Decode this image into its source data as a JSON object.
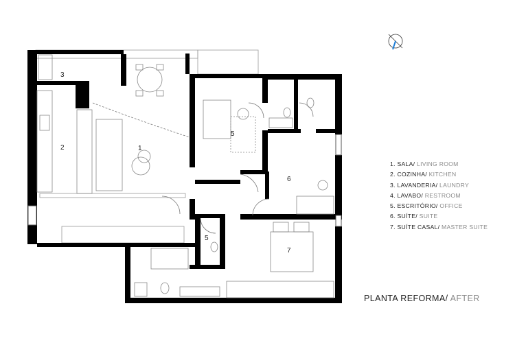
{
  "title": {
    "main": "PLANTA REFORMA/",
    "sub": "AFTER"
  },
  "legend": [
    {
      "pt": "1. SALA/",
      "en": "LIVING ROOM"
    },
    {
      "pt": "2. COZINHA/",
      "en": "KITCHEN"
    },
    {
      "pt": "3. LAVANDERIA/",
      "en": "LAUNDRY"
    },
    {
      "pt": "4. LAVABO/",
      "en": "RESTROOM"
    },
    {
      "pt": "5. ESCRITÓRIO/",
      "en": "OFFICE"
    },
    {
      "pt": "6. SUÍTE/",
      "en": "SUITE"
    },
    {
      "pt": "7. SUÍTE CASAL/",
      "en": "MASTER SUITE"
    }
  ],
  "room_labels": {
    "r1": "1",
    "r2": "2",
    "r3": "3",
    "r5a": "5",
    "r5b": "5",
    "r6": "6",
    "r7": "7"
  },
  "colors": {
    "wall": "#000000",
    "line": "#999999",
    "accent": "#1e7fd8",
    "text": "#222222",
    "text_light": "#8a8a8a"
  }
}
